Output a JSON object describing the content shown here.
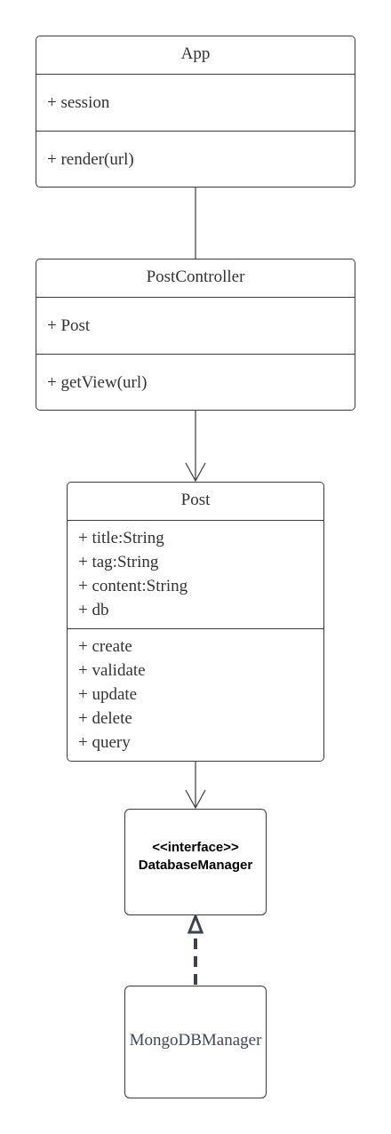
{
  "diagram": {
    "app": {
      "name": "App",
      "attributes": [
        "+ session"
      ],
      "operations": [
        "+ render(url)"
      ]
    },
    "post_controller": {
      "name": "PostController",
      "attributes": [
        "+ Post"
      ],
      "operations": [
        "+ getView(url)"
      ]
    },
    "post": {
      "name": "Post",
      "attributes": [
        "+ title:String",
        "+ tag:String",
        "+ content:String",
        "+ db"
      ],
      "operations": [
        "+ create",
        "+ validate",
        "+ update",
        "+ delete",
        "+ query"
      ]
    },
    "database_manager": {
      "stereotype": "<<interface>>",
      "name": "DatabaseManager"
    },
    "mongodb_manager": {
      "name": "MongoDBManager"
    }
  },
  "colors": {
    "border": "#3a3a3a",
    "text": "#333333",
    "dashed_arrow": "#3b4251"
  }
}
